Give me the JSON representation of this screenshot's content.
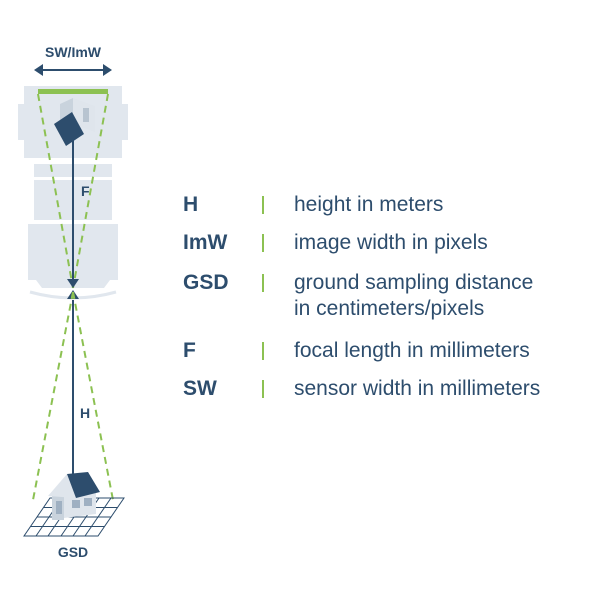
{
  "diagram": {
    "labels": {
      "sensor_width": "SW/ImW",
      "focal": "F",
      "height": "H",
      "gsd": "GSD"
    },
    "colors": {
      "text": "#2d4d6d",
      "accent_green": "#8cc152",
      "camera_body": "#e1e7ee",
      "icon_dark": "#2d4d6d",
      "icon_light": "#dfe5ec"
    },
    "icons": [
      "camera-icon",
      "house-icon",
      "ground-grid-icon"
    ]
  },
  "legend": {
    "items": [
      {
        "abbr": "H",
        "desc": "height in meters"
      },
      {
        "abbr": "ImW",
        "desc": "image width in pixels"
      },
      {
        "abbr": "GSD",
        "desc": "ground sampling distance\nin centimeters/pixels"
      },
      {
        "abbr": "F",
        "desc": "focal length in millimeters"
      },
      {
        "abbr": "SW",
        "desc": "sensor width in millimeters"
      }
    ]
  }
}
